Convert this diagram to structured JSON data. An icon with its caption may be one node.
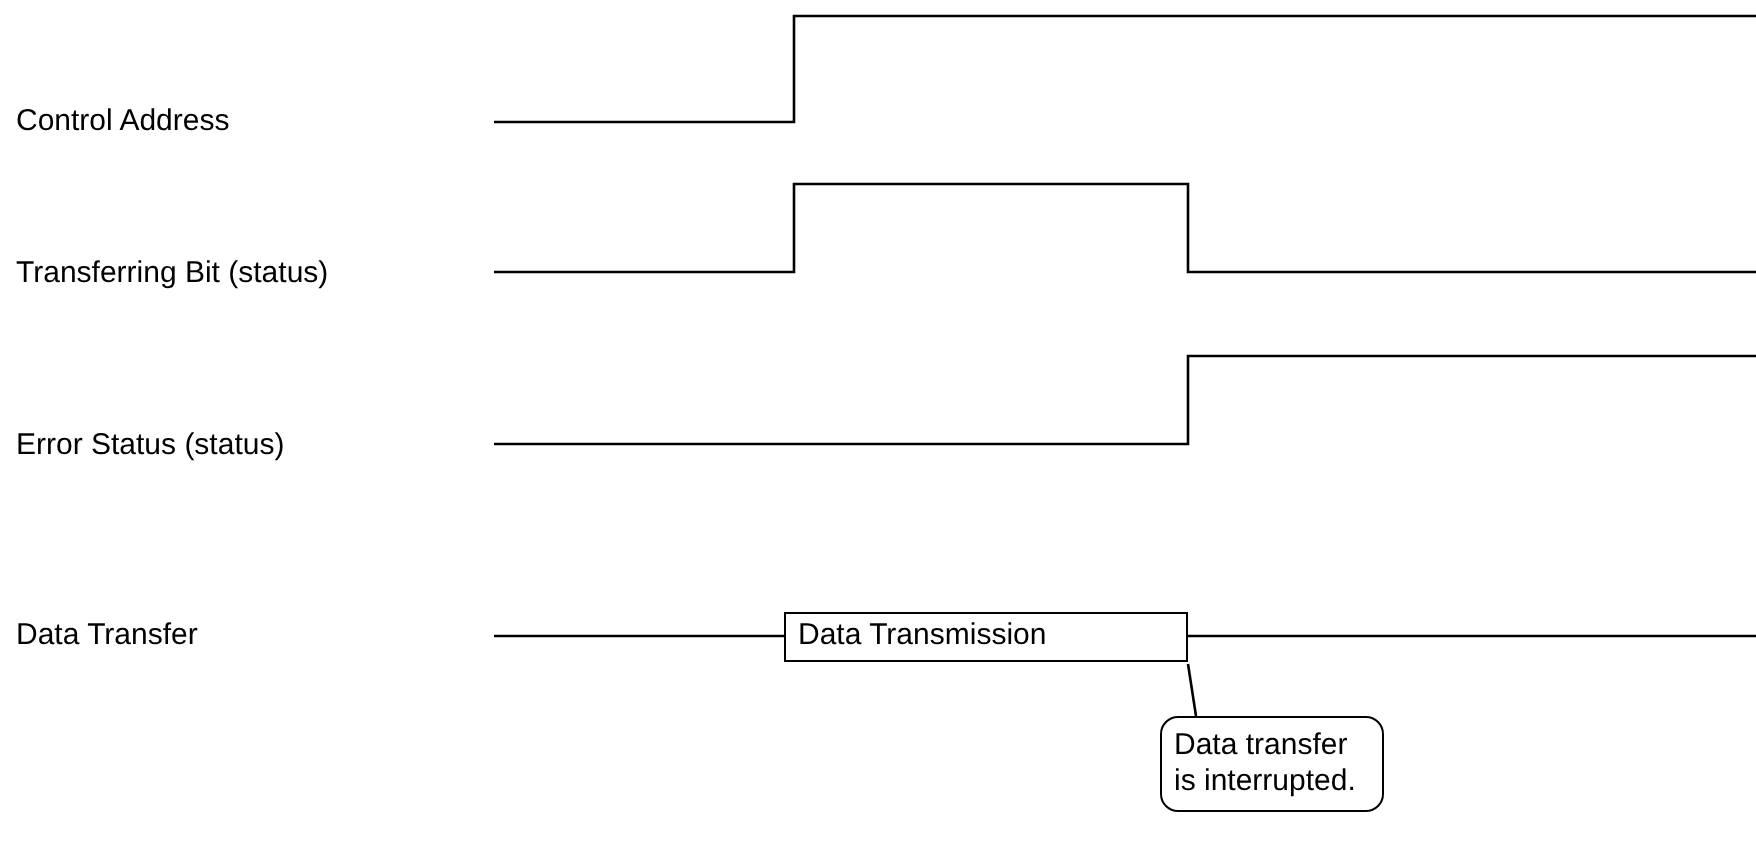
{
  "diagram": {
    "nodes": [
      {
        "text": [
          "Data Transmission"
        ]
      },
      {
        "text": [
          "Data transfer is interrupted."
        ]
      }
    ],
    "edges": [
      {
        "from": 1,
        "to": 0,
        "arrow": "none"
      }
    ],
    "labels": [
      "Control Address",
      "Transferring Bit (status)",
      "Error Status (status)",
      "Data Transfer"
    ]
  }
}
